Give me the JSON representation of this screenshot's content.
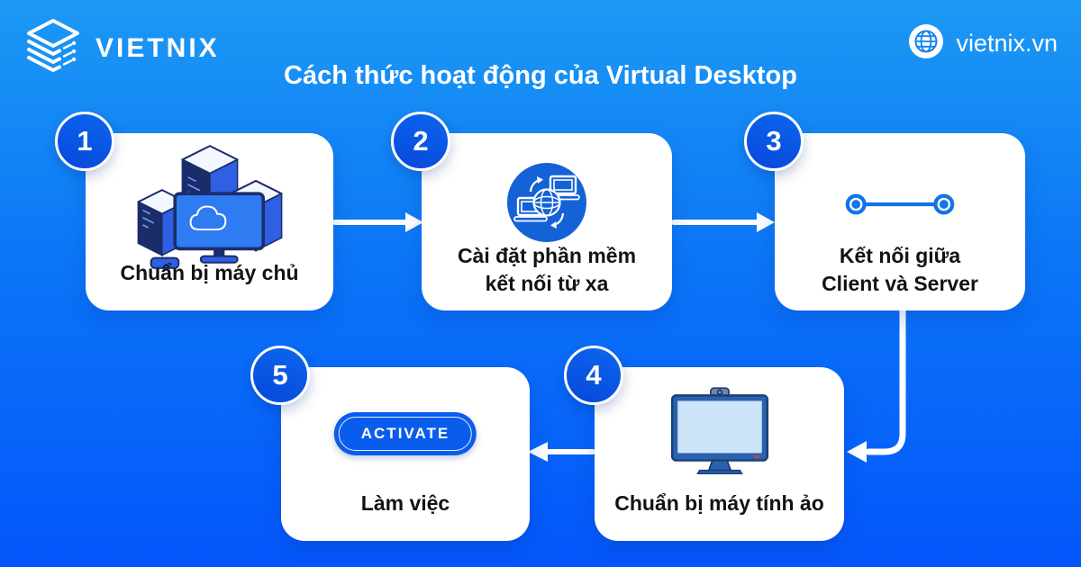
{
  "header": {
    "brand": "VIETNIX",
    "website": "vietnix.vn",
    "title": "Cách thức hoạt động của Virtual Desktop"
  },
  "steps": [
    {
      "number": "1",
      "label": "Chuẩn bị máy chủ",
      "icon": "server-cluster-illustration"
    },
    {
      "number": "2",
      "label_line1": "Cài đặt phần mềm",
      "label_line2": "kết nối từ xa",
      "icon": "remote-connection-icon"
    },
    {
      "number": "3",
      "label_line1": "Kết nối giữa",
      "label_line2": "Client và Server",
      "icon": "client-server-link-icon"
    },
    {
      "number": "4",
      "label": "Chuẩn bị máy tính ảo",
      "icon": "virtual-machine-monitor-illustration"
    },
    {
      "number": "5",
      "label": "Làm việc",
      "button_label": "ACTIVATE",
      "icon": "activate-button"
    }
  ],
  "colors": {
    "background_top": "#1C99F4",
    "background_bottom": "#0456FB",
    "card_background": "#FFFFFF",
    "badge_blue": "#0A52E0",
    "icon_circle_blue": "#1561D6",
    "link_icon_blue": "#1274E8",
    "text_dark": "#131313",
    "text_white": "#FFFFFF",
    "illustration_navy": "#1B2D69",
    "illustration_blue": "#2F5FE3",
    "monitor_screen_light": "#CBE4F8"
  }
}
